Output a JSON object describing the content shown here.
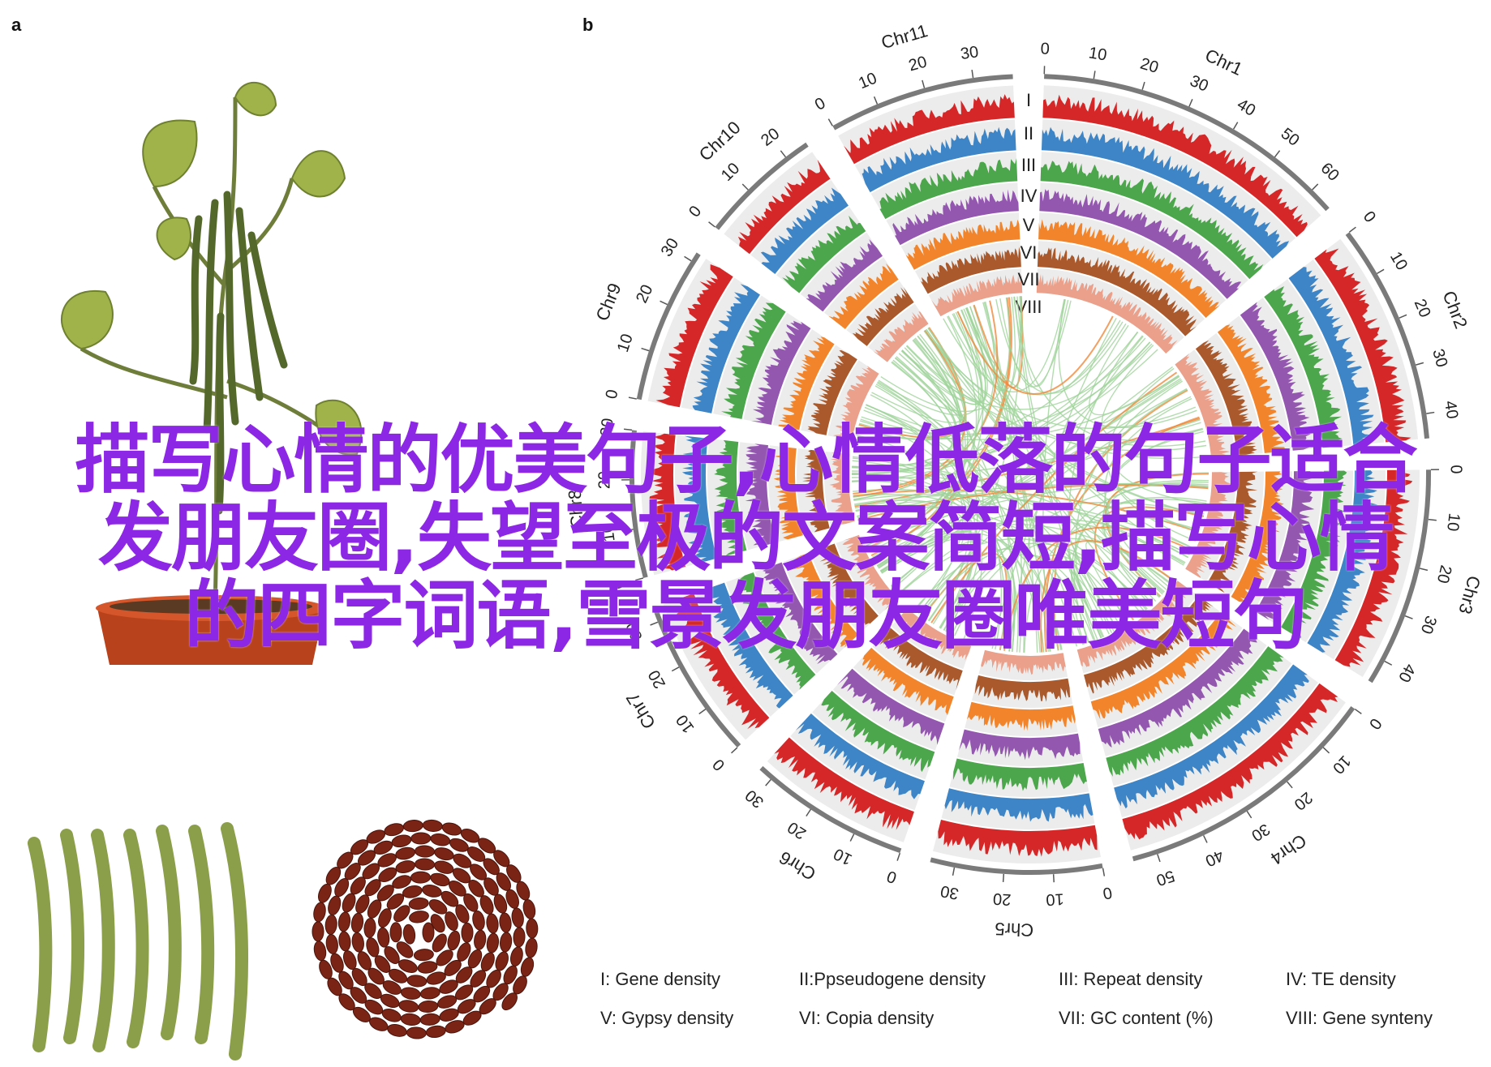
{
  "panels": {
    "a": "a",
    "b": "b"
  },
  "colors": {
    "track_I": "#d62728",
    "track_II": "#3d85c6",
    "track_III": "#4ca64c",
    "track_IV": "#9457b0",
    "track_V": "#f2852b",
    "track_VI": "#a9592c",
    "track_VII": "#eaa08a",
    "synteny_main": "#9fd39a",
    "synteny_highlight": "#f08a3c",
    "overlay_text": "#8d27e6",
    "ideogram": "#7a7a7a",
    "track_bg": "#ececec"
  },
  "circos": {
    "track_labels": [
      "I",
      "II",
      "III",
      "IV",
      "V",
      "VI",
      "VII",
      "VIII"
    ],
    "chromosomes": [
      {
        "name": "Chr1",
        "ticks": [
          "0",
          "10",
          "20",
          "30",
          "40",
          "50",
          "60"
        ]
      },
      {
        "name": "Chr2",
        "ticks": [
          "0",
          "10",
          "20",
          "30",
          "40"
        ]
      },
      {
        "name": "Chr3",
        "ticks": [
          "0",
          "10",
          "20",
          "30",
          "40"
        ]
      },
      {
        "name": "Chr4",
        "ticks": [
          "0",
          "10",
          "20",
          "30",
          "40",
          "50"
        ]
      },
      {
        "name": "Chr5",
        "ticks": [
          "0",
          "10",
          "20",
          "30"
        ]
      },
      {
        "name": "Chr6",
        "ticks": [
          "0",
          "10",
          "20",
          "30"
        ]
      },
      {
        "name": "Chr7",
        "ticks": [
          "0",
          "10",
          "20",
          "30"
        ]
      },
      {
        "name": "Chr8",
        "ticks": [
          "0",
          "10",
          "20",
          "30"
        ]
      },
      {
        "name": "Chr9",
        "ticks": [
          "0",
          "10",
          "20",
          "30"
        ]
      },
      {
        "name": "Chr10",
        "ticks": [
          "0",
          "10",
          "20"
        ]
      },
      {
        "name": "Chr11",
        "ticks": [
          "0",
          "10",
          "20",
          "30"
        ]
      }
    ]
  },
  "legend": [
    "I: Gene density",
    "II:Ppseudogene density",
    "III: Repeat density",
    "IV: TE density",
    "V: Gypsy density",
    "VI: Copia density",
    "VII: GC content (%)",
    "VIII: Gene synteny"
  ],
  "overlay": {
    "line1": "描写心情的优美句子,心情低落的句子适合",
    "line2": "发朋友圈,失望至极的文案简短,描写心情",
    "line3": "的四字词语,雪景发朋友圈唯美短句"
  }
}
